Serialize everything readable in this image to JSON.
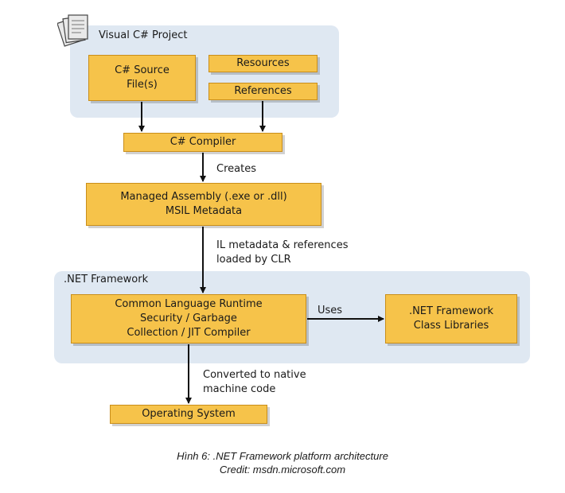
{
  "project": {
    "title": "Visual C# Project",
    "source": "C# Source\nFile(s)",
    "resources": "Resources",
    "references": "References",
    "icon": "project-files-icon"
  },
  "compiler": "C# Compiler",
  "creates_label": "Creates",
  "assembly": "Managed Assembly (.exe or .dll)\nMSIL Metadata",
  "il_label": "IL metadata & references\nloaded by CLR",
  "framework": {
    "title": ".NET Framework",
    "clr": "Common Language Runtime\nSecurity / Garbage\nCollection / JIT Compiler",
    "uses_label": "Uses",
    "libraries": ".NET Framework\nClass Libraries"
  },
  "native_label": "Converted to native\nmachine code",
  "os": "Operating System",
  "caption": {
    "line1": "Hình 6: .NET Framework platform architecture",
    "line2": "Credit: msdn.microsoft.com"
  },
  "colors": {
    "box_fill": "#f6c34a",
    "panel_fill": "#dfe8f2",
    "arrow": "#111111"
  }
}
